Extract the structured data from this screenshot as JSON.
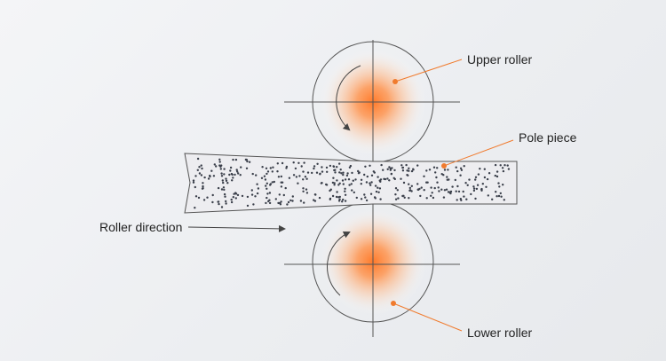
{
  "labels": {
    "upper_roller": "Upper roller",
    "pole_piece": "Pole piece",
    "roller_direction": "Roller direction",
    "lower_roller": "Lower roller"
  },
  "colors": {
    "background": "#eceef1",
    "line": "#555555",
    "accent": "#f07b2e",
    "dot": "#3a3f4a",
    "text": "#222222"
  }
}
